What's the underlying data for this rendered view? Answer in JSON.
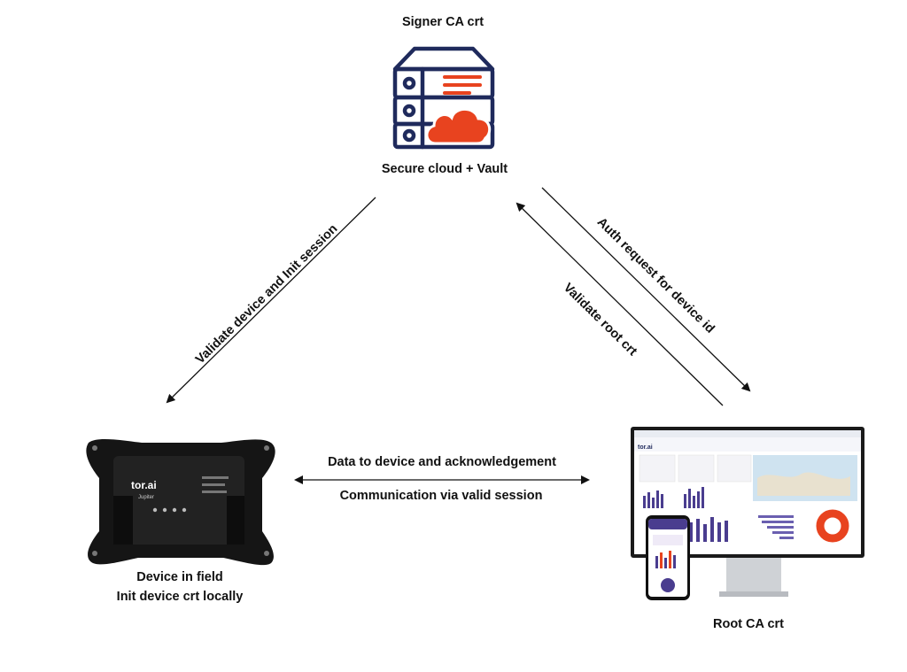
{
  "nodes": {
    "cloud": {
      "header": "Signer CA crt",
      "caption": "Secure cloud + Vault",
      "icon": "server-cloud-icon"
    },
    "device": {
      "caption_line1": "Device in field",
      "caption_line2": "Init device crt locally",
      "brand": "tor.ai",
      "model": "Jupiter"
    },
    "root": {
      "caption": "Root CA crt",
      "brand": "tor.ai"
    }
  },
  "edges": {
    "left_diag": "Validate device and Init session",
    "right_outer": "Auth request for device id",
    "right_inner": "Validate root crt",
    "middle_top": "Data to device and acknowledgement",
    "middle_bottom": "Communication via valid session"
  },
  "colors": {
    "icon_navy": "#1f2a5c",
    "accent_orange": "#e8431f",
    "chart_purple": "#4a3d8f"
  }
}
